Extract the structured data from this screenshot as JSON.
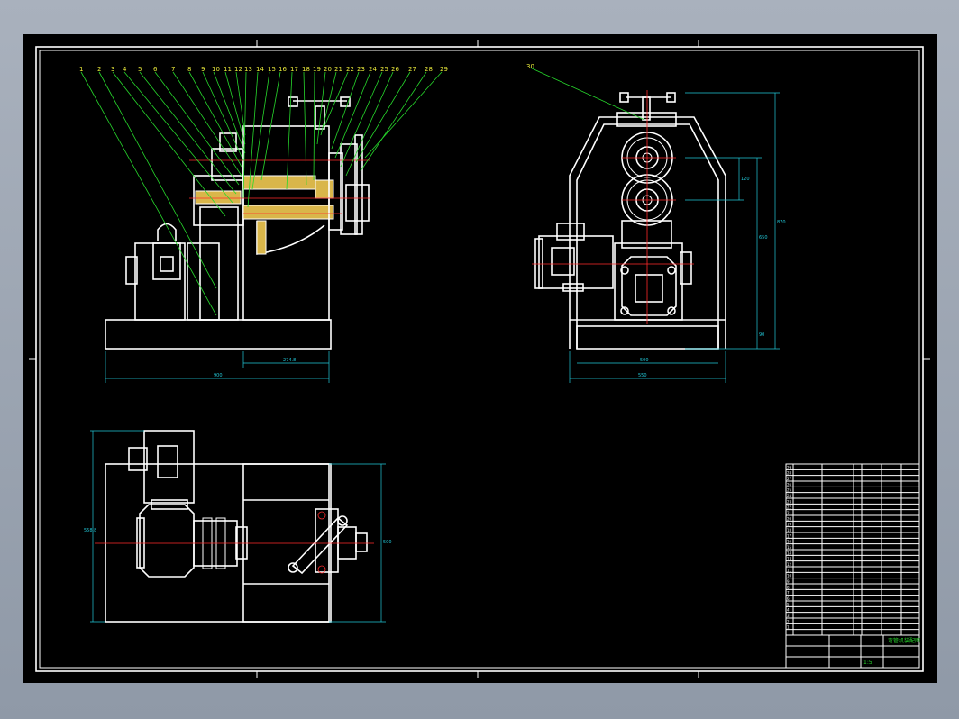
{
  "parts": {
    "front_labels": [
      "1",
      "2",
      "3",
      "4",
      "5",
      "6",
      "7",
      "8",
      "9",
      "10",
      "11",
      "12",
      "13",
      "14",
      "15",
      "16",
      "17",
      "18",
      "19",
      "20",
      "21",
      "22",
      "23",
      "24",
      "25",
      "26",
      "27",
      "28",
      "29"
    ],
    "side_label": "30"
  },
  "dims": {
    "front_overall": "900",
    "front_housing": "274.8",
    "side_overall": "550",
    "side_inner": "500",
    "side_height": "870",
    "side_roller_height": "650",
    "side_roller_gap": "120",
    "side_base": "90",
    "top_width": "558.8",
    "top_depth": "500"
  },
  "bom": {
    "row_count": 29,
    "rows": [
      "29",
      "28",
      "27",
      "26",
      "25",
      "24",
      "23",
      "22",
      "21",
      "20",
      "19",
      "18",
      "17",
      "16",
      "15",
      "14",
      "13",
      "12",
      "11",
      "10",
      "9",
      "8",
      "7",
      "6",
      "5",
      "4",
      "3",
      "2",
      "1"
    ]
  },
  "title_block": {
    "title": "弯管机装配图",
    "scale": "1:5"
  }
}
